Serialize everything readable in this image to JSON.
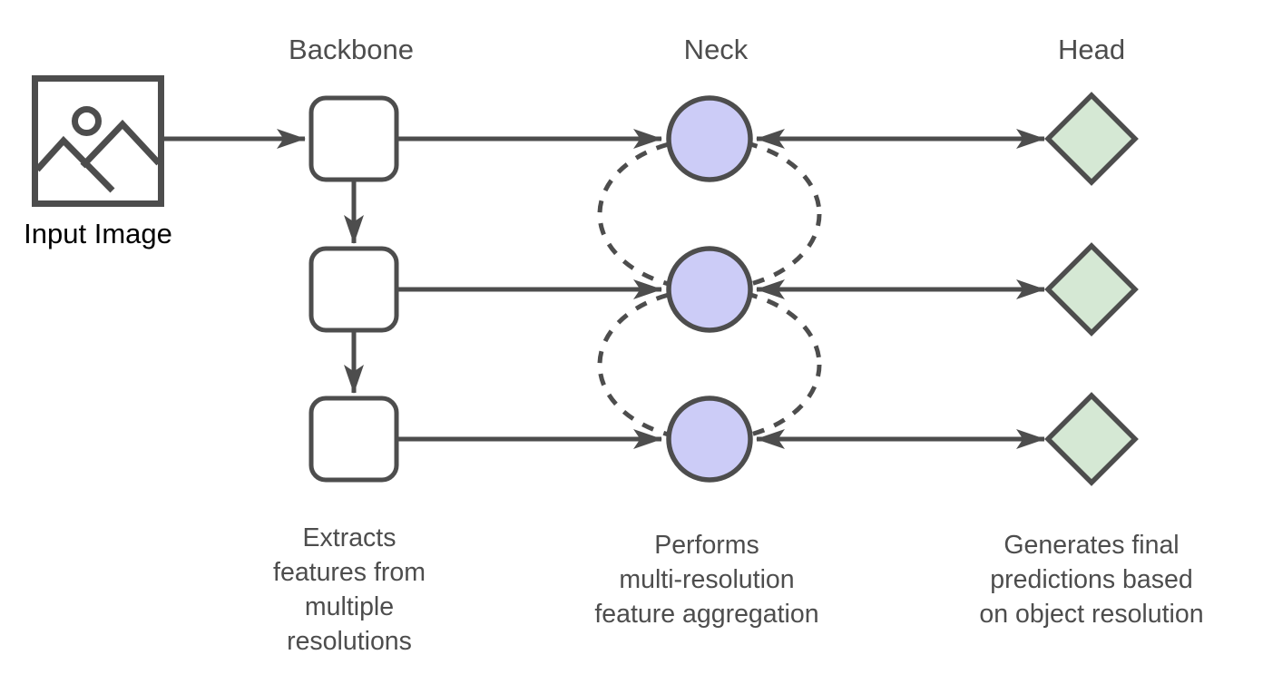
{
  "diagram": {
    "input": {
      "label": "Input Image"
    },
    "columns": [
      {
        "id": "backbone",
        "label": "Backbone",
        "caption": "Extracts\nfeatures from\nmultiple\nresolutions",
        "node_shape": "rounded-square",
        "node_count": 3
      },
      {
        "id": "neck",
        "label": "Neck",
        "caption": "Performs\nmulti-resolution\nfeature aggregation",
        "node_shape": "circle",
        "node_count": 3
      },
      {
        "id": "head",
        "label": "Head",
        "caption": "Generates final\npredictions based\non object resolution",
        "node_shape": "diamond",
        "node_count": 3
      }
    ],
    "colors": {
      "background": "#ffffff",
      "stroke": "#4d4d4d",
      "backbone_fill": "#ffffff",
      "neck_fill": "#ccccf7",
      "head_fill": "#d5e8d4",
      "label_text": "#4d4d4d",
      "input_text": "#000000"
    },
    "connections": [
      "input-image -> backbone-1",
      "backbone-1 -> backbone-2",
      "backbone-2 -> backbone-3",
      "backbone-1 -> neck-1",
      "backbone-2 -> neck-2",
      "backbone-3 -> neck-3",
      "neck-1 <-> head-1",
      "neck-2 <-> head-2",
      "neck-3 <-> head-3",
      "neck-1 <..> neck-2 (dashed loop)",
      "neck-2 <..> neck-3 (dashed loop)"
    ]
  }
}
